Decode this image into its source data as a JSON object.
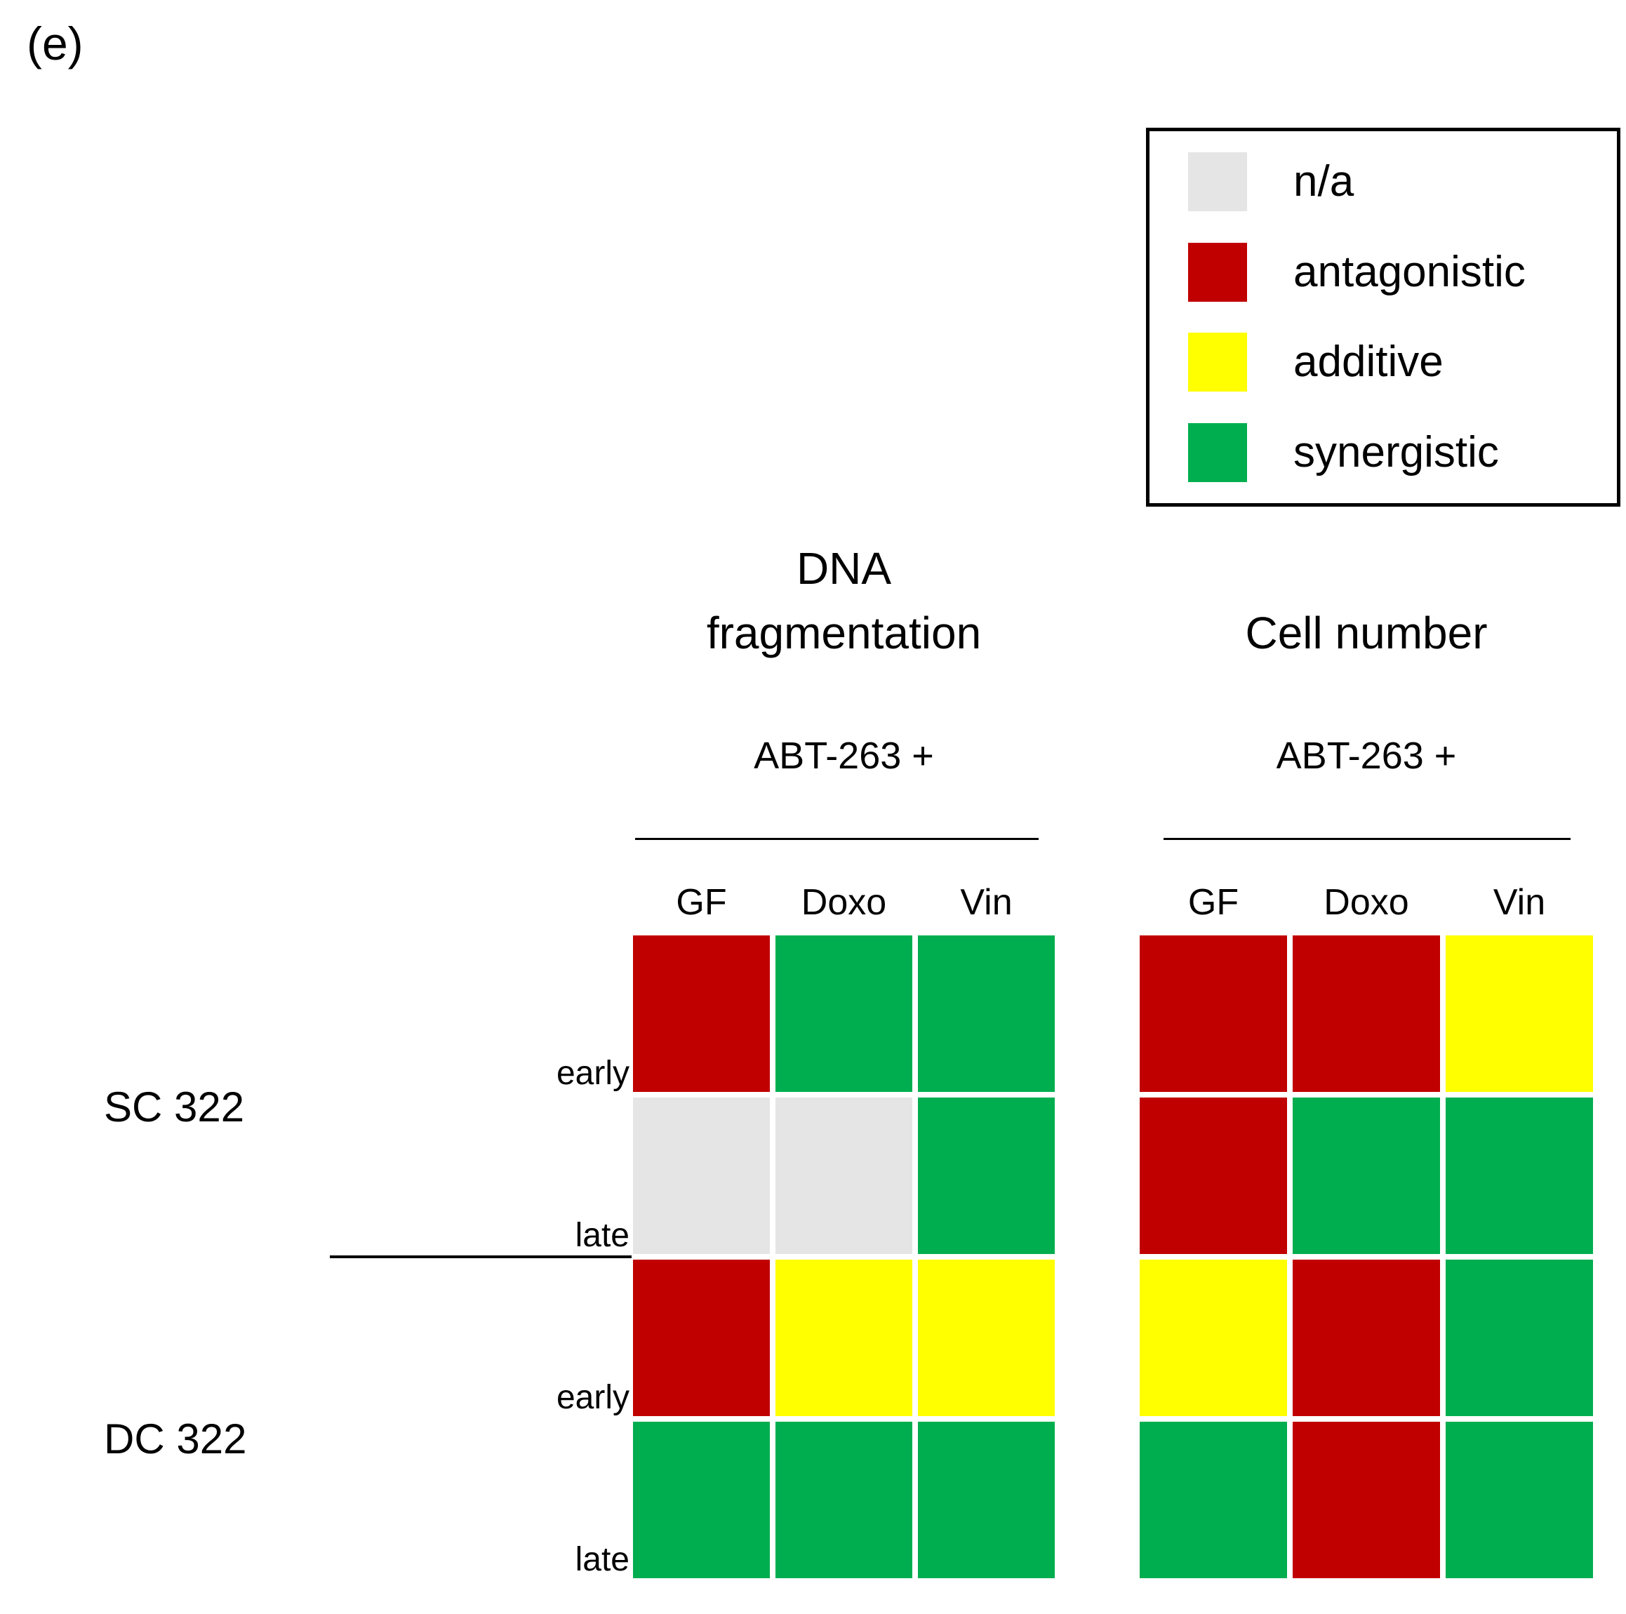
{
  "display": {
    "dna_title_line1": "DNA",
    "dna_title_line2": "fragmentation",
    "cell_title": "Cell number",
    "row_labels": [
      "early",
      "late",
      "early",
      "late"
    ],
    "group_labels": [
      "SC 322",
      "DC 322"
    ]
  },
  "chart_data": {
    "type": "heatmap",
    "panel_label": "(e)",
    "legend_position": "top-right",
    "grid": "off",
    "legend": [
      {
        "label": "n/a",
        "color": "#E5E5E5"
      },
      {
        "label": "antagonistic",
        "color": "#C00000"
      },
      {
        "label": "additive",
        "color": "#FFFF00"
      },
      {
        "label": "synergistic",
        "color": "#00AE4F"
      }
    ],
    "color_map": {
      "n/a": "#E5E5E5",
      "antagonistic": "#C00000",
      "additive": "#FFFF00",
      "synergistic": "#00AE4F"
    },
    "row_groups": [
      {
        "label": "SC 322",
        "stages": [
          "early",
          "late"
        ]
      },
      {
        "label": "DC 322",
        "stages": [
          "early",
          "late"
        ]
      }
    ],
    "panels": [
      {
        "title": "DNA fragmentation",
        "combination_label": "ABT-263 +",
        "columns": [
          "GF",
          "Doxo",
          "Vin"
        ],
        "rows": [
          {
            "group": "SC 322",
            "stage": "early",
            "values": [
              "antagonistic",
              "synergistic",
              "synergistic"
            ]
          },
          {
            "group": "SC 322",
            "stage": "late",
            "values": [
              "n/a",
              "n/a",
              "synergistic"
            ]
          },
          {
            "group": "DC 322",
            "stage": "early",
            "values": [
              "antagonistic",
              "additive",
              "additive"
            ]
          },
          {
            "group": "DC 322",
            "stage": "late",
            "values": [
              "synergistic",
              "synergistic",
              "synergistic"
            ]
          }
        ]
      },
      {
        "title": "Cell number",
        "combination_label": "ABT-263 +",
        "columns": [
          "GF",
          "Doxo",
          "Vin"
        ],
        "rows": [
          {
            "group": "SC 322",
            "stage": "early",
            "values": [
              "antagonistic",
              "antagonistic",
              "additive"
            ]
          },
          {
            "group": "SC 322",
            "stage": "late",
            "values": [
              "antagonistic",
              "synergistic",
              "synergistic"
            ]
          },
          {
            "group": "DC 322",
            "stage": "early",
            "values": [
              "additive",
              "antagonistic",
              "synergistic"
            ]
          },
          {
            "group": "DC 322",
            "stage": "late",
            "values": [
              "synergistic",
              "antagonistic",
              "synergistic"
            ]
          }
        ]
      }
    ]
  }
}
